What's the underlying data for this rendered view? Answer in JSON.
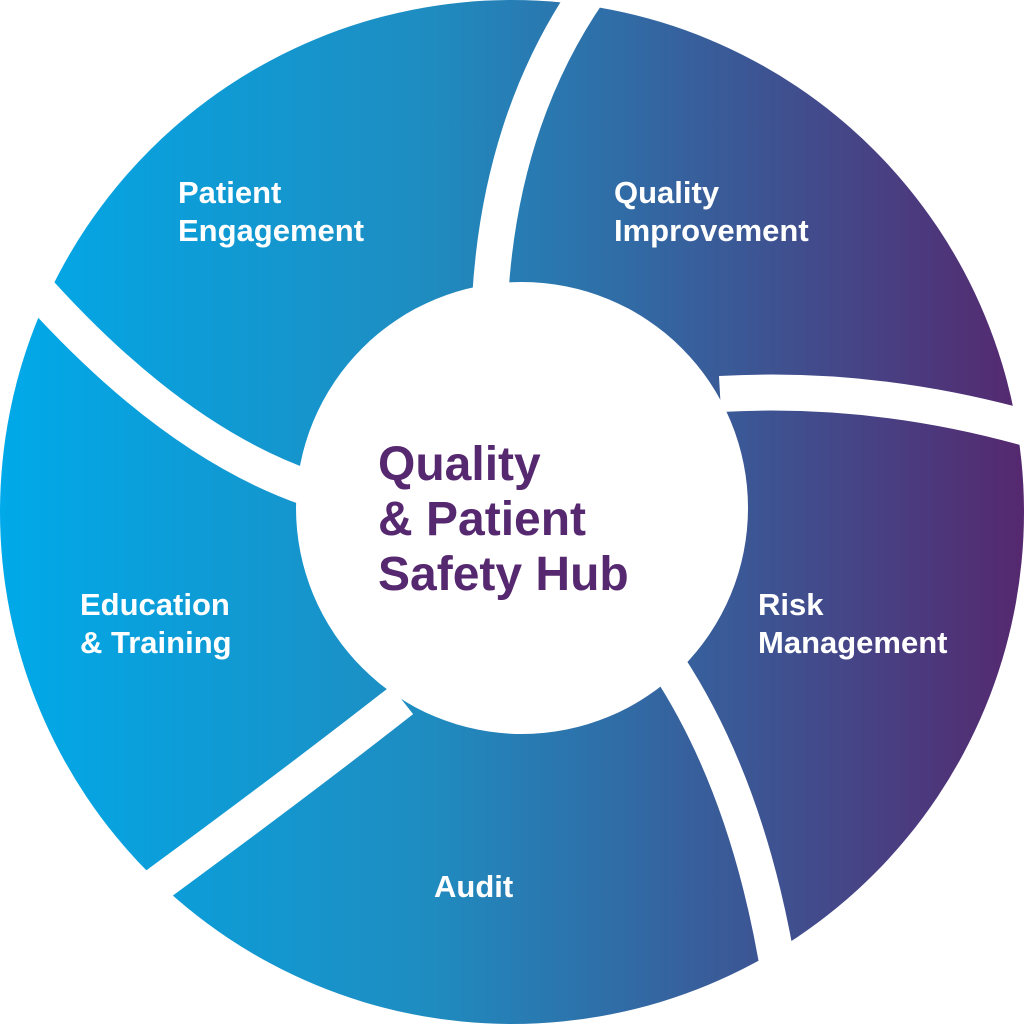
{
  "hub": {
    "title_lines": [
      "Quality",
      "& Patient",
      "Safety Hub"
    ],
    "color": "#55286f"
  },
  "segments": [
    {
      "id": "patient-engagement",
      "lines": [
        "Patient",
        "Engagement"
      ]
    },
    {
      "id": "quality-improvement",
      "lines": [
        "Quality",
        "Improvement"
      ]
    },
    {
      "id": "risk-management",
      "lines": [
        "Risk",
        "Management"
      ]
    },
    {
      "id": "audit",
      "lines": [
        "Audit"
      ]
    },
    {
      "id": "education-training",
      "lines": [
        "Education",
        "& Training"
      ]
    }
  ],
  "colors": {
    "gradient_start": "#00a9e9",
    "gradient_mid": "#1f8cc0",
    "gradient_end": "#55286f",
    "label_text": "#ffffff",
    "background": "#ffffff"
  }
}
